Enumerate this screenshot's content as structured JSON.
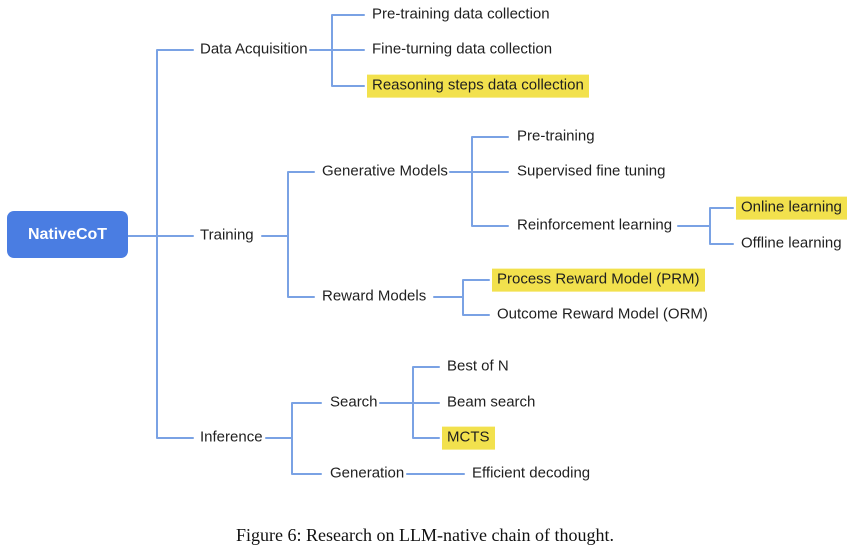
{
  "colors": {
    "root_bg": "#4a7de2",
    "root_text": "#ffffff",
    "line": "#7aa2e4",
    "highlight": "#f2e14d",
    "text": "#1f1f1f"
  },
  "nodes": {
    "root": {
      "label": "NativeCoT"
    },
    "data_acquisition": {
      "label": "Data Acquisition"
    },
    "training": {
      "label": "Training"
    },
    "inference": {
      "label": "Inference"
    },
    "pretraining_data": {
      "label": "Pre-training data collection"
    },
    "finetuning_data": {
      "label": "Fine-turning data collection"
    },
    "reasoning_steps": {
      "label": "Reasoning steps data collection",
      "highlighted": true
    },
    "generative_models": {
      "label": "Generative Models"
    },
    "reward_models": {
      "label": "Reward Models"
    },
    "pretraining": {
      "label": "Pre-training"
    },
    "sft": {
      "label": "Supervised fine tuning"
    },
    "rl": {
      "label": "Reinforcement learning"
    },
    "online_learning": {
      "label": "Online learning",
      "highlighted": true
    },
    "offline_learning": {
      "label": "Offline learning"
    },
    "prm": {
      "label": "Process Reward Model (PRM)",
      "highlighted": true
    },
    "orm": {
      "label": "Outcome Reward Model (ORM)"
    },
    "search": {
      "label": "Search"
    },
    "generation": {
      "label": "Generation"
    },
    "best_of_n": {
      "label": "Best of N"
    },
    "beam_search": {
      "label": "Beam search"
    },
    "mcts": {
      "label": "MCTS",
      "highlighted": true
    },
    "efficient_decoding": {
      "label": "Efficient decoding"
    }
  },
  "hierarchy": {
    "NativeCoT": {
      "Data Acquisition": [
        "Pre-training data collection",
        "Fine-turning data collection",
        "Reasoning steps data collection"
      ],
      "Training": {
        "Generative Models": {
          "Pre-training": [],
          "Supervised fine tuning": [],
          "Reinforcement learning": [
            "Online learning",
            "Offline learning"
          ]
        },
        "Reward Models": [
          "Process Reward Model (PRM)",
          "Outcome Reward Model (ORM)"
        ]
      },
      "Inference": {
        "Search": [
          "Best of N",
          "Beam search",
          "MCTS"
        ],
        "Generation": [
          "Efficient decoding"
        ]
      }
    }
  },
  "caption": "Figure 6: Research on LLM-native chain of thought."
}
